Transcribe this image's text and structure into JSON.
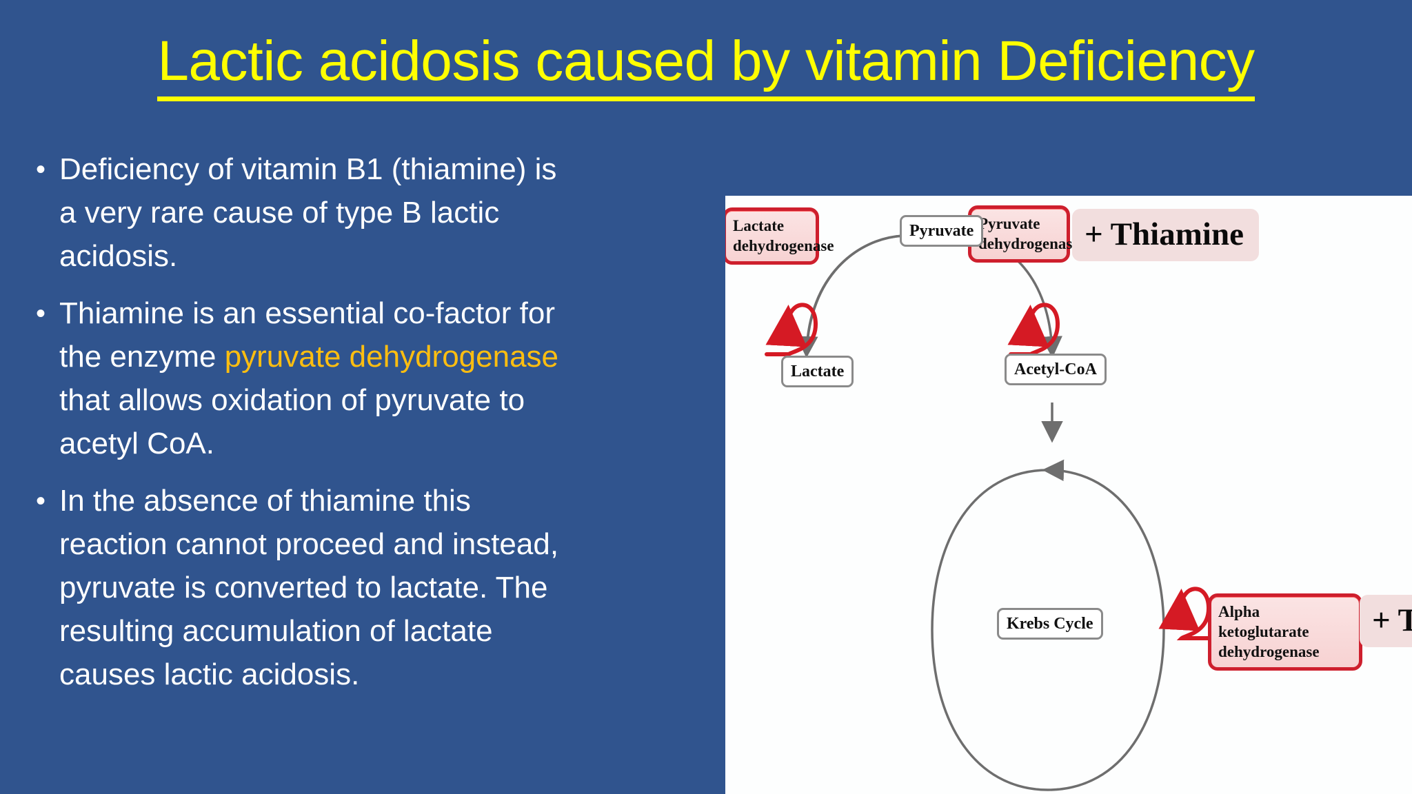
{
  "slide": {
    "background_color": "#30548E",
    "title": "Lactic acidosis caused by vitamin Deficiency",
    "title_color": "#FFFF00",
    "accent_color": "#FFBE10"
  },
  "bullets": [
    {
      "marker": "•",
      "segments": [
        {
          "text": "Deficiency of vitamin B1 (thiamine) is a very rare cause of type B lactic acidosis.",
          "highlight": false
        }
      ]
    },
    {
      "marker": "•",
      "segments": [
        {
          "text": "Thiamine is an essential co-factor for the enzyme ",
          "highlight": false
        },
        {
          "text": "pyruvate dehydrogenase",
          "highlight": true
        },
        {
          "text": " that allows oxidation of pyruvate to acetyl CoA.",
          "highlight": false
        }
      ]
    },
    {
      "marker": "•",
      "segments": [
        {
          "text": "In the absence of thiamine this reaction cannot proceed and instead, pyruvate is converted to lactate. The resulting accumulation of lactate causes lactic acidosis.",
          "highlight": false
        }
      ]
    }
  ],
  "diagram": {
    "metabolites": [
      {
        "id": "pyruvate",
        "label": "Pyruvate"
      },
      {
        "id": "lactate",
        "label": "Lactate"
      },
      {
        "id": "acetyl_coa",
        "label": "Acetyl-CoA"
      },
      {
        "id": "krebs_cycle",
        "label": "Krebs Cycle"
      }
    ],
    "enzymes": [
      {
        "id": "lactate_dh",
        "line1": "Lactate",
        "line2": "dehydrogenase"
      },
      {
        "id": "pyruvate_dh",
        "line1": "Pyruvate",
        "line2": "dehydrogenase"
      },
      {
        "id": "akg_dh",
        "line1": "Alpha ketoglutarate",
        "line2": "dehydrogenase"
      }
    ],
    "cofactor_tags": [
      {
        "id": "thiamine_pdh",
        "label": "+ Thiamine"
      },
      {
        "id": "thiamine_akgdh",
        "label": "+ Thiamine"
      }
    ],
    "colors": {
      "enzyme_border": "#CE1F2D",
      "enzyme_fill": "#FBE4E4",
      "metabolite_border": "#8A8A8A",
      "arrow": "#6E6E6E",
      "tag_fill": "#F2DEDE"
    }
  }
}
